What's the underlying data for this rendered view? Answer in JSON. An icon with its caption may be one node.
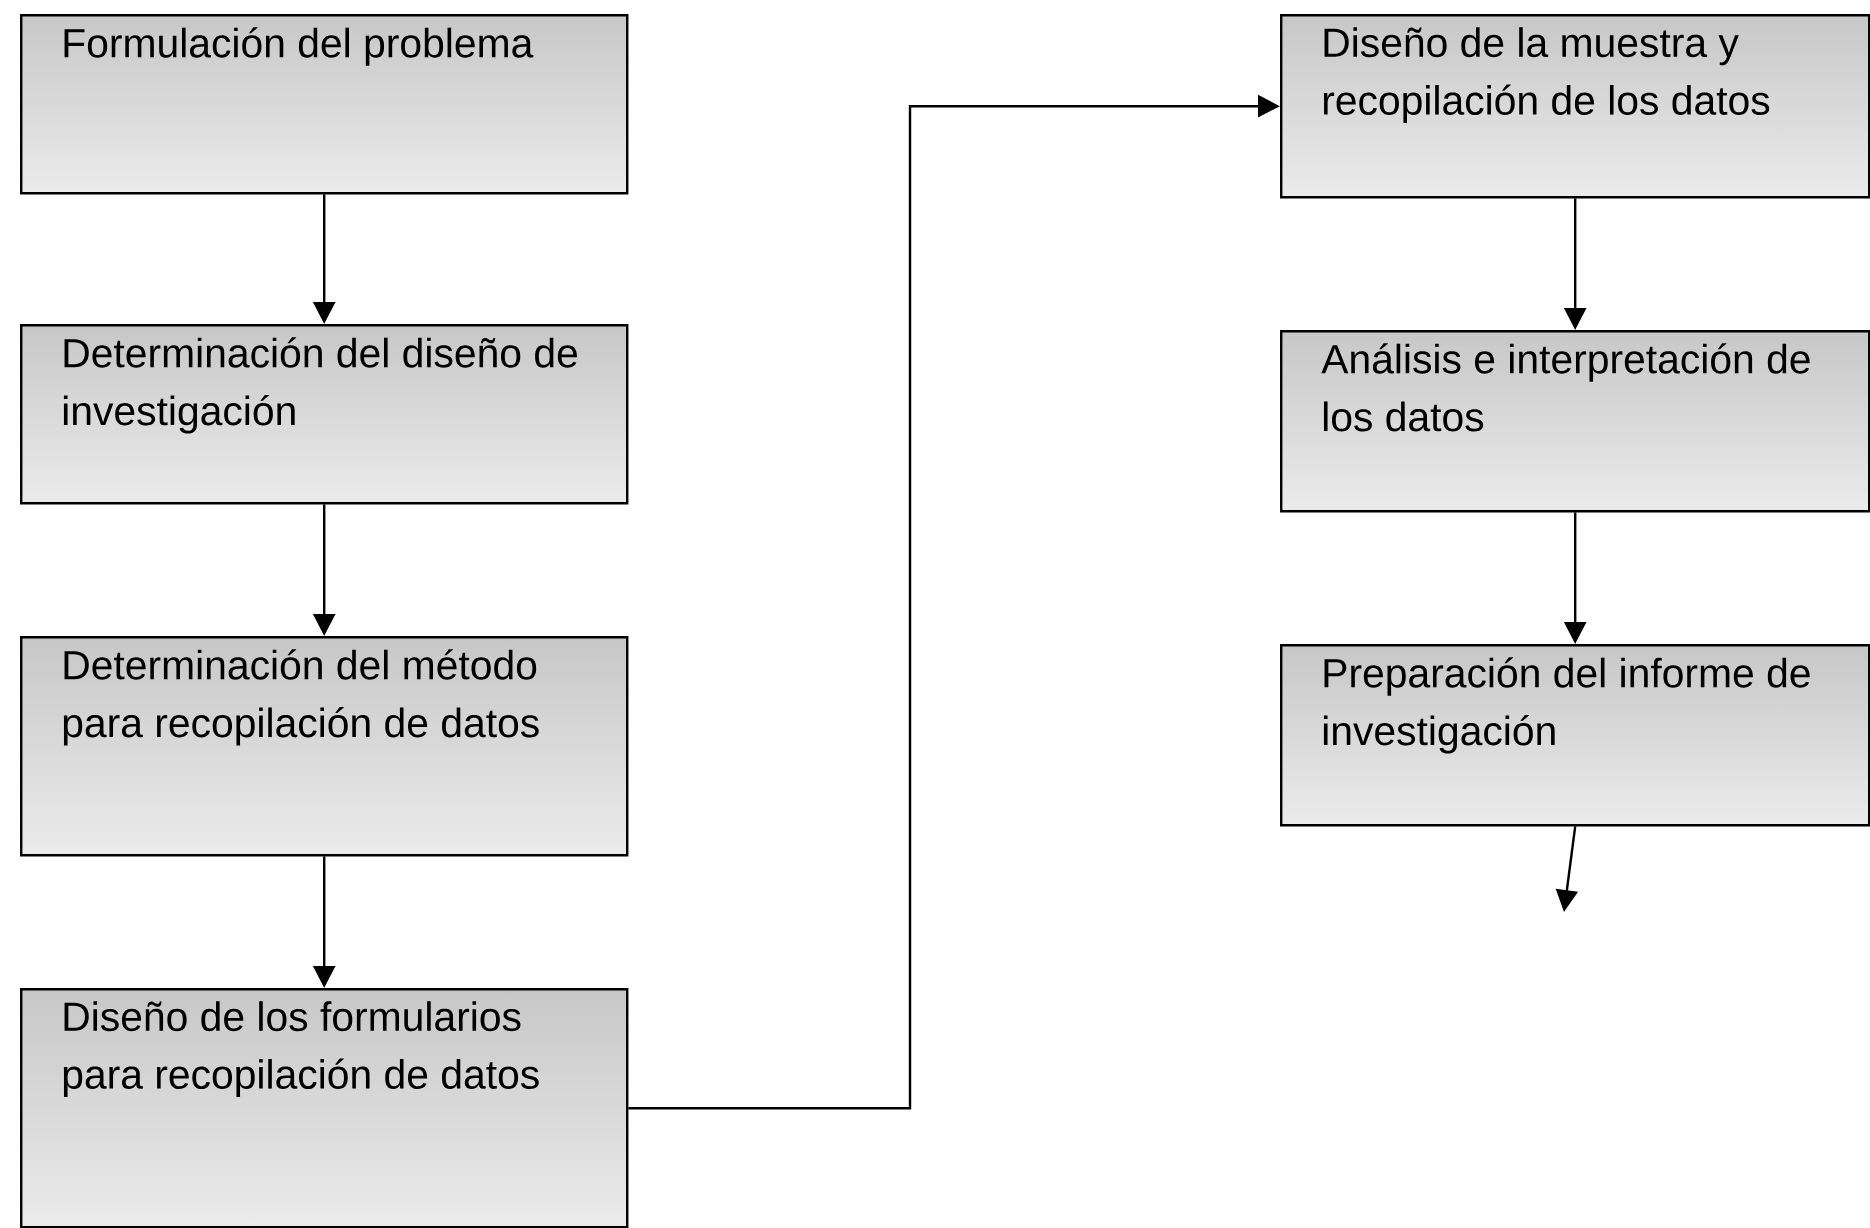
{
  "diagram": {
    "nodes": [
      {
        "text": [
          "Formulación del problema"
        ]
      },
      {
        "text": [
          "Determinación del diseño de investigación"
        ]
      },
      {
        "text": [
          "Determinación del método para recopilación de datos"
        ]
      },
      {
        "text": [
          "Diseño de los formularios para recopilación de datos"
        ]
      },
      {
        "text": [
          "Diseño de la muestra y recopilación de los datos"
        ]
      },
      {
        "text": [
          "Análisis e interpretación de los datos"
        ]
      },
      {
        "text": [
          "Preparación del informe de investigación"
        ]
      }
    ],
    "edges": [
      {
        "from": 0,
        "to": 1,
        "arrow": "to"
      },
      {
        "from": 1,
        "to": 2,
        "arrow": "to"
      },
      {
        "from": 2,
        "to": 3,
        "arrow": "to"
      },
      {
        "from": 3,
        "to": 4,
        "arrow": "to"
      },
      {
        "from": 4,
        "to": 5,
        "arrow": "to"
      },
      {
        "from": 5,
        "to": 6,
        "arrow": "to"
      },
      {
        "from": 6,
        "to": null,
        "arrow": "to"
      }
    ]
  }
}
